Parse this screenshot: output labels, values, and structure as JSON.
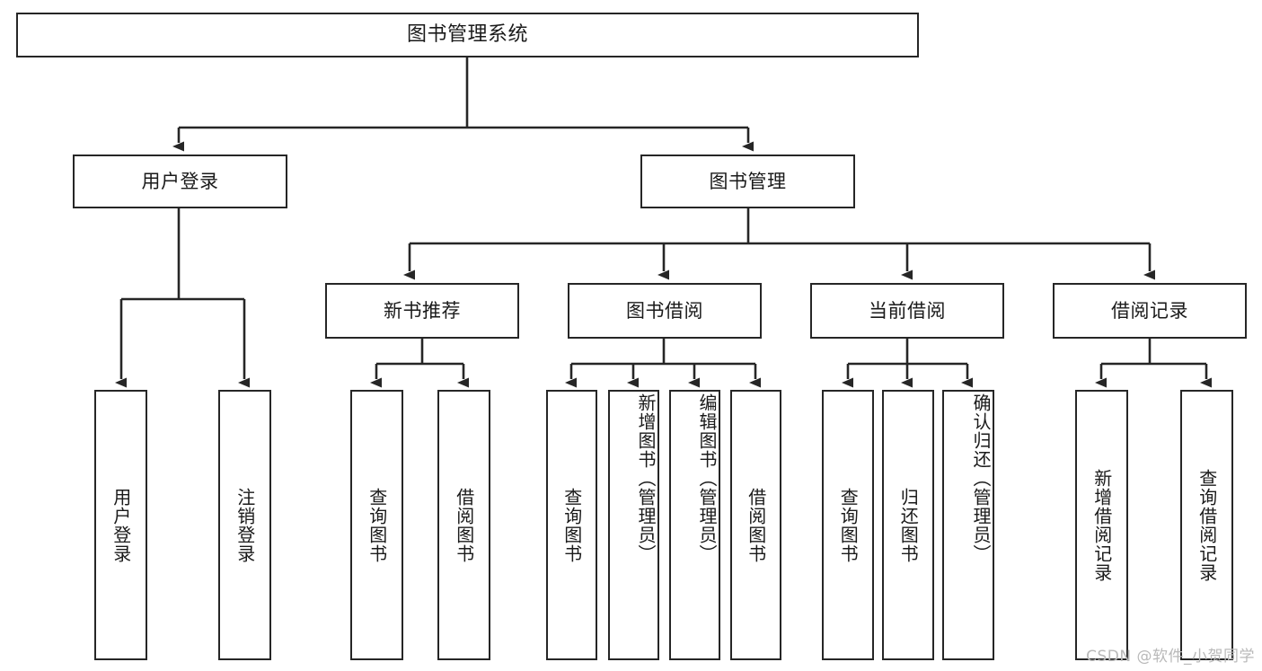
{
  "diagram": {
    "title": "图书管理系统",
    "type": "tree-hierarchy",
    "watermark": "CSDN @软件_小贺同学",
    "stroke_color": "#262626",
    "background_color": "#ffffff",
    "text_color": "#1a1a1a"
  },
  "nodes": {
    "root": {
      "label": "图书管理系统"
    },
    "level1": [
      {
        "id": "user-login",
        "label": "用户登录"
      },
      {
        "id": "book-management",
        "label": "图书管理"
      }
    ],
    "level2": [
      {
        "id": "new-book-recommend",
        "label": "新书推荐"
      },
      {
        "id": "book-borrow",
        "label": "图书借阅"
      },
      {
        "id": "current-borrow",
        "label": "当前借阅"
      },
      {
        "id": "borrow-record",
        "label": "借阅记录"
      }
    ],
    "leaves": {
      "user_login": [
        {
          "id": "leaf-user-login",
          "label": "用户登录"
        },
        {
          "id": "leaf-logout-login",
          "label": "注销登录"
        }
      ],
      "new_book_recommend": [
        {
          "id": "leaf-query-book-1",
          "label": "查询图书"
        },
        {
          "id": "leaf-borrow-book-1",
          "label": "借阅图书"
        }
      ],
      "book_borrow": [
        {
          "id": "leaf-query-book-2",
          "label": "查询图书"
        },
        {
          "id": "leaf-add-book-admin",
          "label": "新增图书（管理员）"
        },
        {
          "id": "leaf-edit-book-admin",
          "label": "编辑图书（管理员）"
        },
        {
          "id": "leaf-borrow-book-2",
          "label": "借阅图书"
        }
      ],
      "current_borrow": [
        {
          "id": "leaf-query-book-3",
          "label": "查询图书"
        },
        {
          "id": "leaf-return-book",
          "label": "归还图书"
        },
        {
          "id": "leaf-confirm-return-admin",
          "label": "确认归还（管理员）"
        }
      ],
      "borrow_record": [
        {
          "id": "leaf-add-borrow-record",
          "label": "新增借阅记录"
        },
        {
          "id": "leaf-query-borrow-record",
          "label": "查询借阅记录"
        }
      ]
    }
  }
}
